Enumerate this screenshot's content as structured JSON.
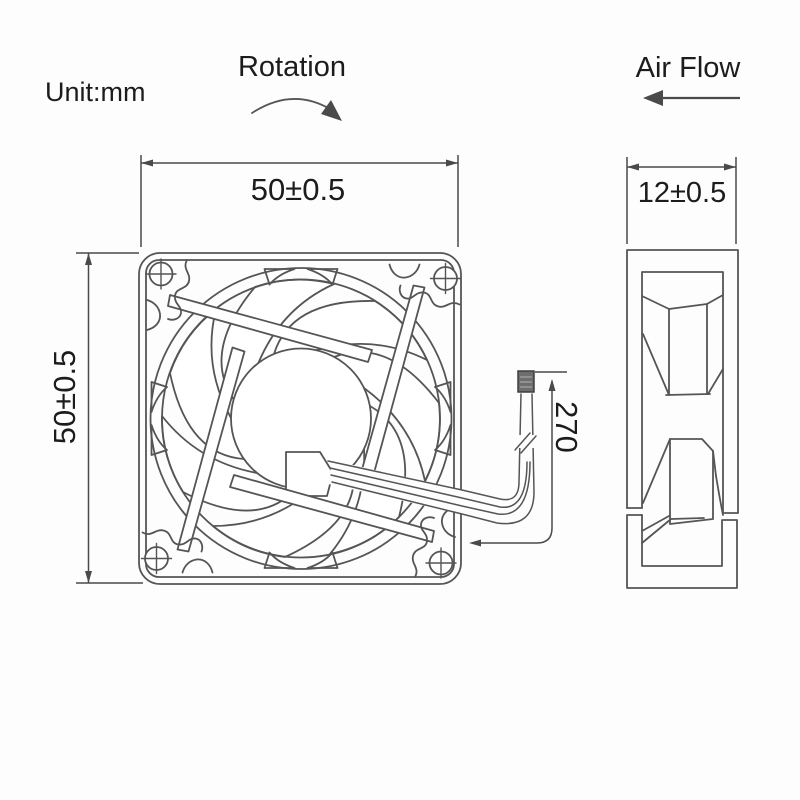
{
  "meta": {
    "unit_note": "Unit:mm"
  },
  "labels": {
    "rotation": "Rotation",
    "air_flow": "Air Flow"
  },
  "dimensions": {
    "front_width": "50±0.5",
    "front_height": "50±0.5",
    "side_depth": "12±0.5",
    "wire_length": "270"
  },
  "colors": {
    "line": "#555555",
    "dimension": "#4a4a4a",
    "text": "#1c1c1c",
    "background": "#fdfdfd",
    "connector_fill": "#6e6e6e"
  }
}
